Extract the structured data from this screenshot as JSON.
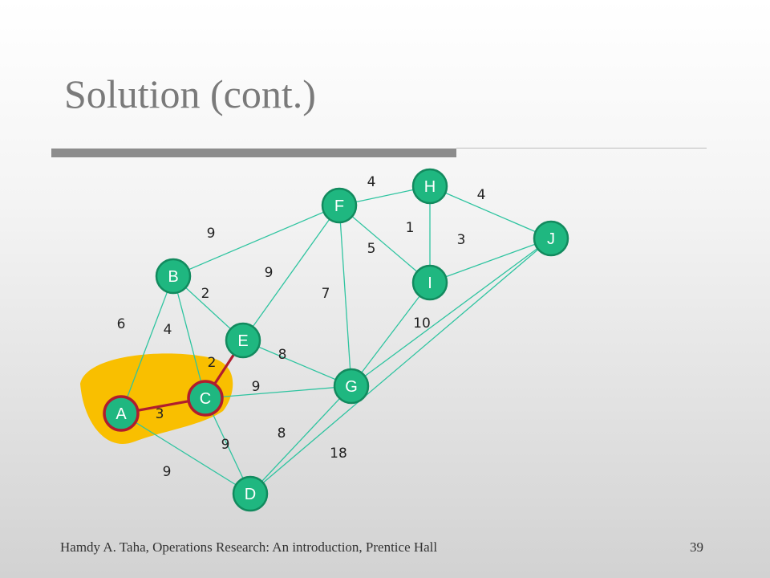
{
  "slide": {
    "title": "Solution (cont.)",
    "footer": "Hamdy A. Taha, Operations Research: An introduction, Prentice Hall",
    "page_number": "39"
  },
  "colors": {
    "node_fill": "#1fb780",
    "node_border": "#128a5e",
    "edge": "#2fc4a0",
    "selected": "#b01c2e",
    "highlight_region": "#f9bf00"
  },
  "graph": {
    "nodes": [
      {
        "id": "A",
        "label": "A",
        "selected": true
      },
      {
        "id": "B",
        "label": "B",
        "selected": false
      },
      {
        "id": "C",
        "label": "C",
        "selected": true
      },
      {
        "id": "D",
        "label": "D",
        "selected": false
      },
      {
        "id": "E",
        "label": "E",
        "selected": false
      },
      {
        "id": "F",
        "label": "F",
        "selected": false
      },
      {
        "id": "G",
        "label": "G",
        "selected": false
      },
      {
        "id": "H",
        "label": "H",
        "selected": false
      },
      {
        "id": "I",
        "label": "I",
        "selected": false
      },
      {
        "id": "J",
        "label": "J",
        "selected": false
      }
    ],
    "edges": [
      {
        "from": "A",
        "to": "B",
        "weight": "6",
        "selected": false
      },
      {
        "from": "A",
        "to": "C",
        "weight": "3",
        "selected": true
      },
      {
        "from": "A",
        "to": "D",
        "weight": "9",
        "selected": false
      },
      {
        "from": "B",
        "to": "C",
        "weight": "4",
        "selected": false
      },
      {
        "from": "B",
        "to": "E",
        "weight": "2",
        "selected": false
      },
      {
        "from": "B",
        "to": "F",
        "weight": "9",
        "selected": false
      },
      {
        "from": "C",
        "to": "E",
        "weight": "2",
        "selected": true
      },
      {
        "from": "C",
        "to": "D",
        "weight": "9",
        "selected": false
      },
      {
        "from": "C",
        "to": "G",
        "weight": "9",
        "selected": false
      },
      {
        "from": "E",
        "to": "F",
        "weight": "9",
        "selected": false
      },
      {
        "from": "E",
        "to": "G",
        "weight": "8",
        "selected": false
      },
      {
        "from": "F",
        "to": "G",
        "weight": "7",
        "selected": false
      },
      {
        "from": "F",
        "to": "H",
        "weight": "4",
        "selected": false
      },
      {
        "from": "F",
        "to": "I",
        "weight": "5",
        "selected": false
      },
      {
        "from": "H",
        "to": "I",
        "weight": "1",
        "selected": false
      },
      {
        "from": "H",
        "to": "J",
        "weight": "4",
        "selected": false
      },
      {
        "from": "I",
        "to": "J",
        "weight": "3",
        "selected": false
      },
      {
        "from": "I",
        "to": "G",
        "weight": "10",
        "selected": false
      },
      {
        "from": "G",
        "to": "D",
        "weight": "8",
        "selected": false
      },
      {
        "from": "J",
        "to": "G",
        "weight": "",
        "selected": false
      },
      {
        "from": "J",
        "to": "D",
        "weight": "18",
        "selected": false
      }
    ]
  }
}
